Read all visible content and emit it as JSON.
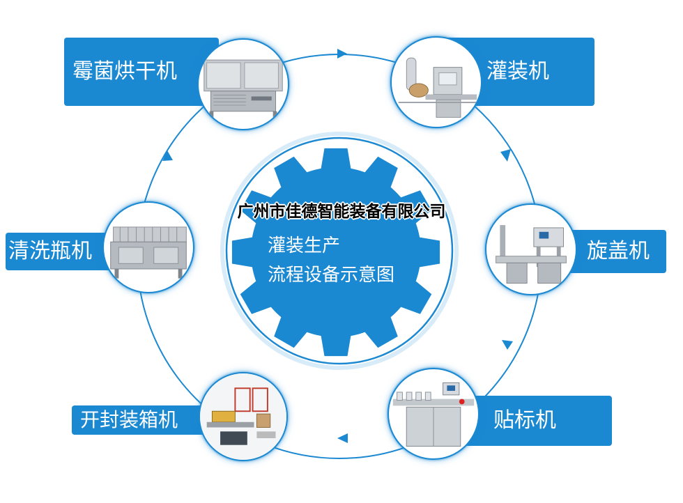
{
  "center": {
    "company": "广州市佳德智能装备有限公司",
    "title_line1": "灌装生产",
    "title_line2": "流程设备示意图"
  },
  "steps": [
    {
      "id": "dryer",
      "label": "霉菌烘干机"
    },
    {
      "id": "filler",
      "label": "灌装机"
    },
    {
      "id": "capper",
      "label": "旋盖机"
    },
    {
      "id": "labeler",
      "label": "贴标机"
    },
    {
      "id": "case-packer",
      "label": "开封装箱机"
    },
    {
      "id": "washer",
      "label": "清洗瓶机"
    }
  ],
  "colors": {
    "accent": "#1b88d2",
    "gear": "#1b88d2",
    "text_on_accent": "#ffffff"
  }
}
